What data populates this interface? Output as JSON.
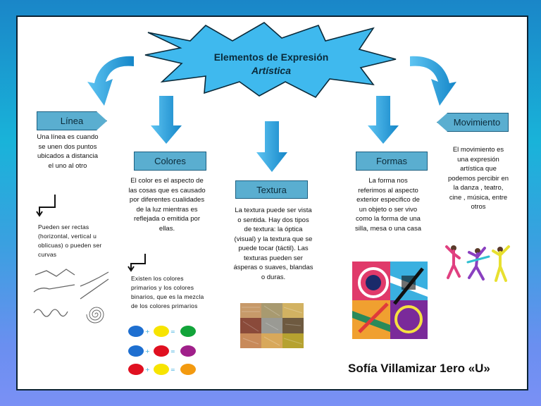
{
  "title_line1": "Elementos de Expresión",
  "title_line2": "Artística",
  "linea": {
    "label": "Línea",
    "text": "Una línea es cuando se unen dos puntos ubicados a distancia el uno al otro",
    "note": "Pueden ser rectas (horizontal, vertical u oblicuas) o pueden ser curvas"
  },
  "colores": {
    "label": "Colores",
    "text": "El color es el aspecto de las cosas que es causado por diferentes cualidades de la luz mientras es reflejada o emitida por ellas.",
    "note": "Existen los colores primarios y los colores binarios, que es la mezcla de los colores primarios"
  },
  "textura": {
    "label": "Textura",
    "text": "La textura puede ser vista o sentida. Hay dos tipos de textura: la óptica (visual) y la textura que se puede tocar (táctil). Las texturas pueden ser ásperas o suaves, blandas o duras."
  },
  "formas": {
    "label": "Formas",
    "text": "La forma nos referimos al aspecto exterior especifico de un objeto o ser vivo como la forma de una silla, mesa o una casa"
  },
  "movimiento": {
    "label": "Movimiento",
    "text": "El movimiento es una expresión artística que podemos percibir en la danza , teatro, cine , música, entre otros"
  },
  "author": "Sofía Villamizar 1ero «U»",
  "colors": {
    "label_bg": "#5aaed0",
    "arrow": "#1d9ad8",
    "star": "#3fb9ee",
    "red": "#e01020",
    "blue": "#1e6fd0",
    "yellow": "#f7e400",
    "green": "#12a43a",
    "purple": "#a0208a",
    "orange": "#f39a10"
  }
}
